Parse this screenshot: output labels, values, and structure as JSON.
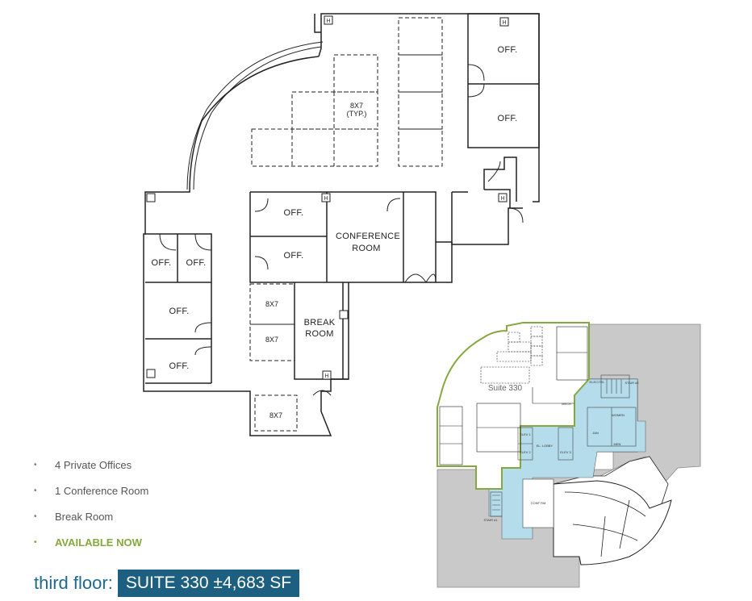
{
  "plan": {
    "labels": {
      "desk_typ_line1": "8X7",
      "desk_typ_line2": "(TYP.)",
      "office": "OFF.",
      "conference_line1": "CONFERENCE",
      "conference_line2": "ROOM",
      "break_line1": "BREAK",
      "break_line2": "ROOM",
      "workstation": "8X7",
      "restroom_marker": "H"
    }
  },
  "key_plan": {
    "suite_label": "Suite 330",
    "labels": {
      "elec_tel": "ELEC/TEL",
      "stair_2": "STAIR #2",
      "stair_1": "STAIR #1",
      "mech": "MECH",
      "el_lobby": "EL. LOBBY",
      "elev_1": "ELEV 1",
      "elev_2": "ELEV 2",
      "elev_3": "ELEV 3",
      "conf_rm": "CONF RM",
      "women": "WOMEN",
      "men": "MEN",
      "jan": "JAN"
    },
    "colors": {
      "suite_outline": "#86a83e",
      "core": "#b5dcea",
      "common": "#c9c9c9"
    }
  },
  "features": [
    {
      "text": "4 Private Offices",
      "highlight": false
    },
    {
      "text": "1 Conference Room",
      "highlight": false
    },
    {
      "text": "Break Room",
      "highlight": false
    },
    {
      "text": "AVAILABLE NOW",
      "highlight": true
    }
  ],
  "title": {
    "floor": "third floor:",
    "suite": "SUITE 330 ±4,683 SF"
  },
  "colors": {
    "accent_green": "#86a83e",
    "title_blue": "#1d6a8c",
    "badge_bg": "#1d5f80"
  }
}
